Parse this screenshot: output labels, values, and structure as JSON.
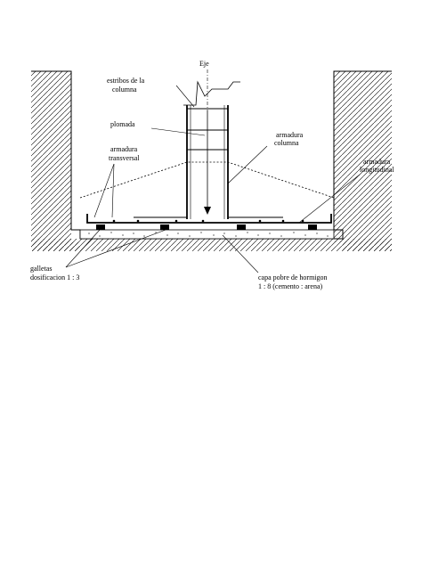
{
  "labels": {
    "axis": "Eje",
    "stirrups_line1": "estribos de la",
    "stirrups_line2": "columna",
    "plumb": "plomada",
    "column_reinf_line1": "armadura",
    "column_reinf_line2": "columna",
    "transverse_line1": "armadura",
    "transverse_line2": "transversal",
    "longitudinal_line1": "armadura",
    "longitudinal_line2": "longitudinal",
    "spacers_line1": "galletas",
    "spacers_line2": "dosificacion 1 : 3",
    "lean_concrete_line1": "capa pobre de hormigon",
    "lean_concrete_line2": "1 : 8  (cemento : arena)"
  },
  "colors": {
    "line": "#000000",
    "background": "#ffffff"
  }
}
